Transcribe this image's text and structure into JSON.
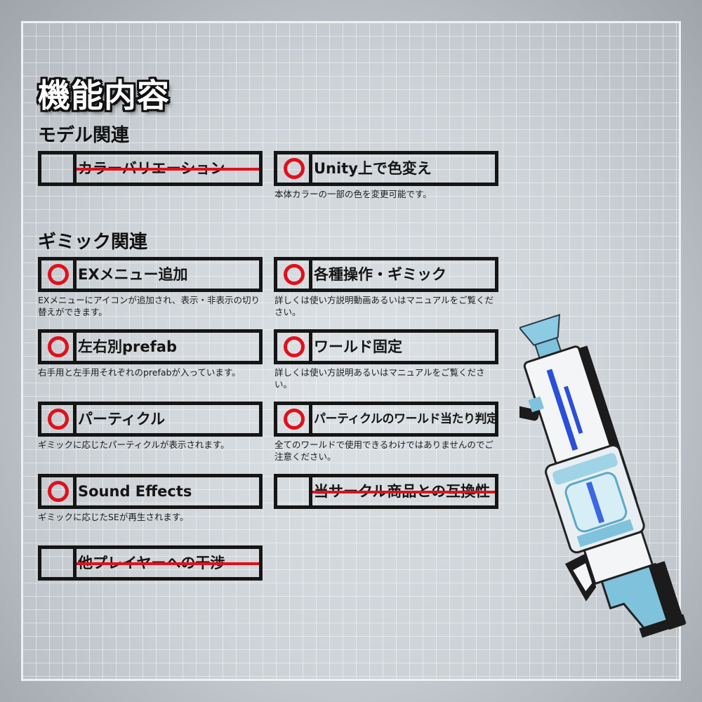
{
  "title": "機能内容",
  "colors": {
    "check_mark": "#e0101a",
    "strike": "#e0101a",
    "border": "#151515"
  },
  "sections": {
    "model": "モデル関連",
    "gimmick": "ギミック関連"
  },
  "model_items": [
    {
      "label": "カラーバリエーション",
      "status": "unavailable",
      "description": ""
    },
    {
      "label": "Unity上で色変え",
      "status": "available",
      "description": "本体カラーの一部の色を変更可能です。"
    }
  ],
  "gimmick_items": [
    {
      "label": "EXメニュー追加",
      "status": "available",
      "description": "EXメニューにアイコンが追加され、表示・非表示の切り替えができます。"
    },
    {
      "label": "各種操作・ギミック",
      "status": "available",
      "description": "詳しくは使い方説明動画あるいはマニュアルをご覧ください。"
    },
    {
      "label": "左右別prefab",
      "status": "available",
      "description": "右手用と左手用それぞれのprefabが入っています。"
    },
    {
      "label": "ワールド固定",
      "status": "available",
      "description": "詳しくは使い方説明あるいはマニュアルをご覧ください。"
    },
    {
      "label": "パーティクル",
      "status": "available",
      "description": "ギミックに応じたパーティクルが表示されます。"
    },
    {
      "label": "パーティクルのワールド当たり判定",
      "status": "available",
      "description": "全てのワールドで使用できるわけではありませんのでご注意ください。"
    },
    {
      "label": "Sound Effects",
      "status": "available",
      "description": "ギミックに応じたSEが再生されます。"
    },
    {
      "label": "当サークル商品との互換性",
      "status": "unavailable",
      "description": ""
    },
    {
      "label": "他プレイヤーへの干渉",
      "status": "unavailable",
      "description": ""
    }
  ]
}
